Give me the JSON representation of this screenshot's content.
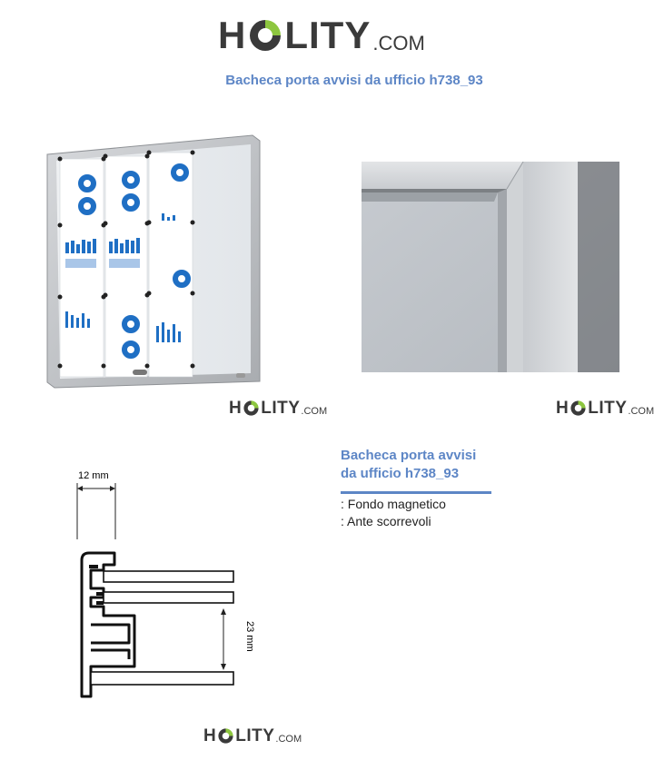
{
  "logo": {
    "prefix": "H",
    "letters": "LITY",
    "suffix": ".COM"
  },
  "page_title": "Bacheca porta avvisi da ufficio h738_93",
  "info": {
    "title_line1": "Bacheca porta avvisi",
    "title_line2": "da ufficio h738_93",
    "features": [
      ": Fondo magnetico",
      ": Ante scorrevoli"
    ]
  },
  "diagram": {
    "width_label": "12 mm",
    "height_label": "23 mm"
  },
  "colors": {
    "accent": "#5d86c6",
    "logo_green": "#8dc63f",
    "logo_gray": "#3a3a3a",
    "frame": "#b9bcc0",
    "chart_blue": "#1f6fc4"
  },
  "icons": [
    "logo-ring-icon"
  ]
}
